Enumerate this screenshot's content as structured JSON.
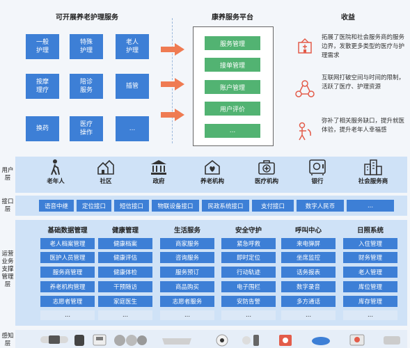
{
  "sections": {
    "services_title": "可开展养老护理服务",
    "platform_title": "康养服务平台",
    "benefits_title": "收益"
  },
  "services": [
    {
      "label": "一般\n护理"
    },
    {
      "label": "特殊\n护理"
    },
    {
      "label": "老人\n护理"
    },
    {
      "label": "按摩\n理疗"
    },
    {
      "label": "陪诊\n服务"
    },
    {
      "label": "插管"
    },
    {
      "label": "换药"
    },
    {
      "label": "医疗\n操作"
    },
    {
      "label": "..."
    }
  ],
  "platform_items": [
    "服务管理",
    "接单管理",
    "账户管理",
    "用户评价",
    "..."
  ],
  "benefits": [
    {
      "icon": "hospital-icon",
      "text": "拓展了医院和社会服务商的服务边界，发散更多类型的医疗与护理需求"
    },
    {
      "icon": "network-icon",
      "text": "互联网打破空间与时间的限制，活跃了医疗、护理资源"
    },
    {
      "icon": "caregiver-icon",
      "text": "弥补了相关服务缺口，提升就医体验，提升老年人幸福感"
    }
  ],
  "layers": {
    "user": "用户\n层",
    "interface": "接口\n层",
    "ops": "运营\n业务\n支撑\n管理\n层",
    "sense": "感知\n层"
  },
  "users": [
    {
      "label": "老年人",
      "icon": "elderly-icon"
    },
    {
      "label": "社区",
      "icon": "community-icon"
    },
    {
      "label": "政府",
      "icon": "government-icon"
    },
    {
      "label": "养老机构",
      "icon": "nursing-home-icon"
    },
    {
      "label": "医疗机构",
      "icon": "medical-kit-icon"
    },
    {
      "label": "银行",
      "icon": "bank-safe-icon"
    },
    {
      "label": "社会服务商",
      "icon": "buildings-icon"
    }
  ],
  "interfaces": [
    "语音中继",
    "定位接口",
    "短信接口",
    "物联设备接口",
    "民政系统接口",
    "支付接口",
    "数字人民币",
    "..."
  ],
  "columns": [
    {
      "title": "基础数据管理",
      "items": [
        "老人档案管理",
        "医护人员管理",
        "服务商管理",
        "养老机构管理",
        "志愿者管理"
      ]
    },
    {
      "title": "健康管理",
      "items": [
        "健康档案",
        "健康评估",
        "健康体检",
        "干预随访",
        "家庭医生"
      ]
    },
    {
      "title": "生活服务",
      "items": [
        "商家服务",
        "咨询服务",
        "服务预订",
        "商品购买",
        "志愿者服务"
      ]
    },
    {
      "title": "安全守护",
      "items": [
        "紧急呼救",
        "即时定位",
        "行动轨迹",
        "电子围栏",
        "安防告警"
      ]
    },
    {
      "title": "呼叫中心",
      "items": [
        "来电弹屏",
        "坐席监控",
        "话务报表",
        "数字录音",
        "多方通话"
      ]
    },
    {
      "title": "日照系统",
      "items": [
        "入住管理",
        "财务管理",
        "老人管理",
        "库位管理",
        "库存管理"
      ]
    }
  ],
  "more": "...",
  "colors": {
    "blue": "#3d7fd6",
    "green": "#52b372",
    "orange": "#ef7b52",
    "layer_bg": "#cfe2f7",
    "icon_red": "#e35c4a"
  }
}
